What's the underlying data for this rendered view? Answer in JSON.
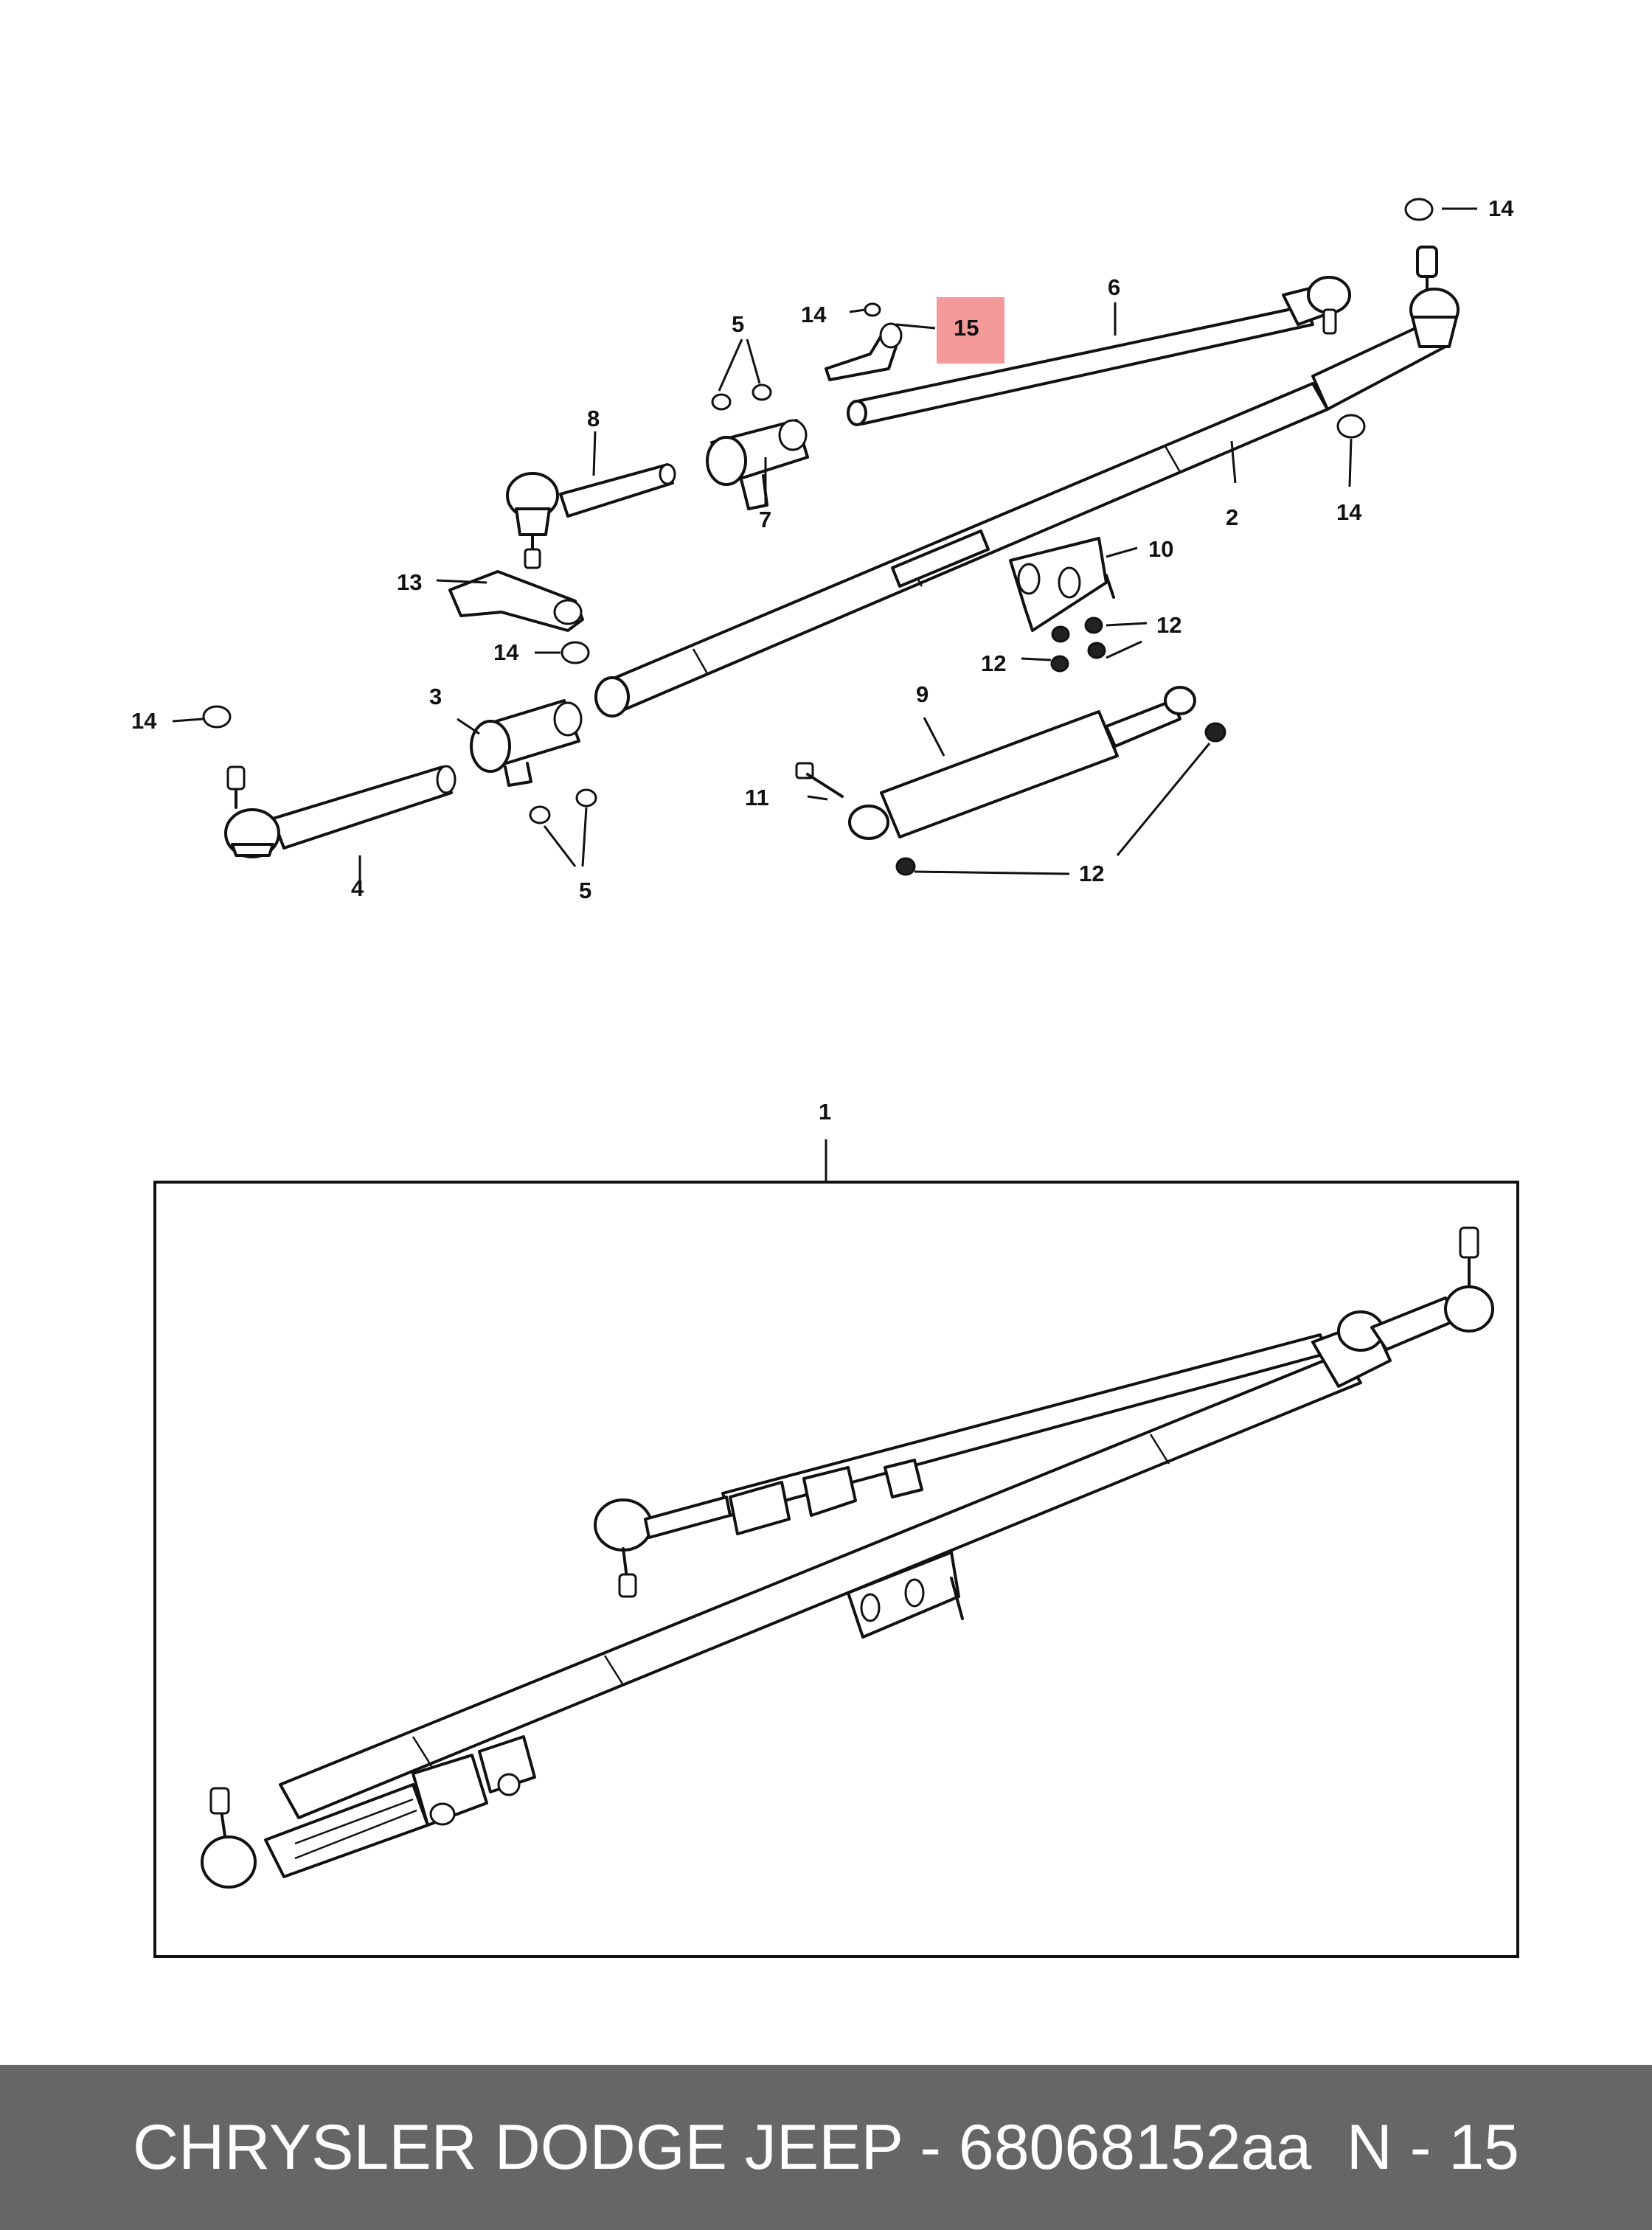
{
  "callouts": {
    "c1": "1",
    "c2": "2",
    "c3": "3",
    "c4": "4",
    "c5a": "5",
    "c5b": "5",
    "c6": "6",
    "c7": "7",
    "c8": "8",
    "c9": "9",
    "c10": "10",
    "c11": "11",
    "c12a": "12",
    "c12b": "12",
    "c12c": "12",
    "c13": "13",
    "c14a": "14",
    "c14b": "14",
    "c14c": "14",
    "c14d": "14",
    "c14e": "14",
    "c15": "15"
  },
  "highlight_color": "#f59a9a",
  "footer": {
    "part_label": "CHRYSLER DODGE JEEP - 68068152aa",
    "page_label": "N - 15",
    "background": "#666666"
  }
}
